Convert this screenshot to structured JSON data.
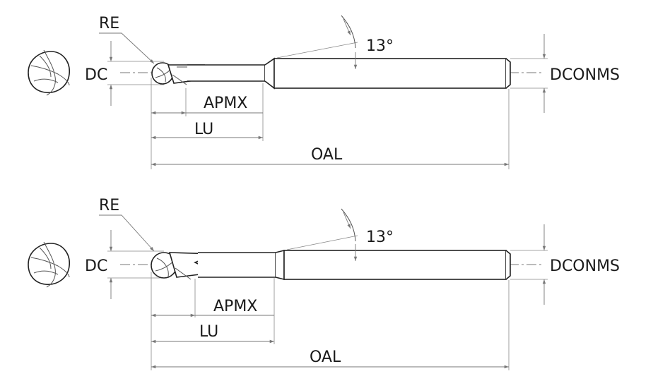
{
  "views": [
    {
      "name": "upper",
      "labels": {
        "re": "RE",
        "dc": "DC",
        "apmx": "APMX",
        "lu": "LU",
        "oal": "OAL",
        "angle": "13°",
        "dconms": "DCONMS"
      }
    },
    {
      "name": "lower",
      "labels": {
        "re": "RE",
        "dc": "DC",
        "apmx": "APMX",
        "lu": "LU",
        "oal": "OAL",
        "angle": "13°",
        "dconms": "DCONMS"
      }
    }
  ],
  "colors": {
    "line": "#222222",
    "dimension": "#777777",
    "text": "#1a1a1a"
  }
}
